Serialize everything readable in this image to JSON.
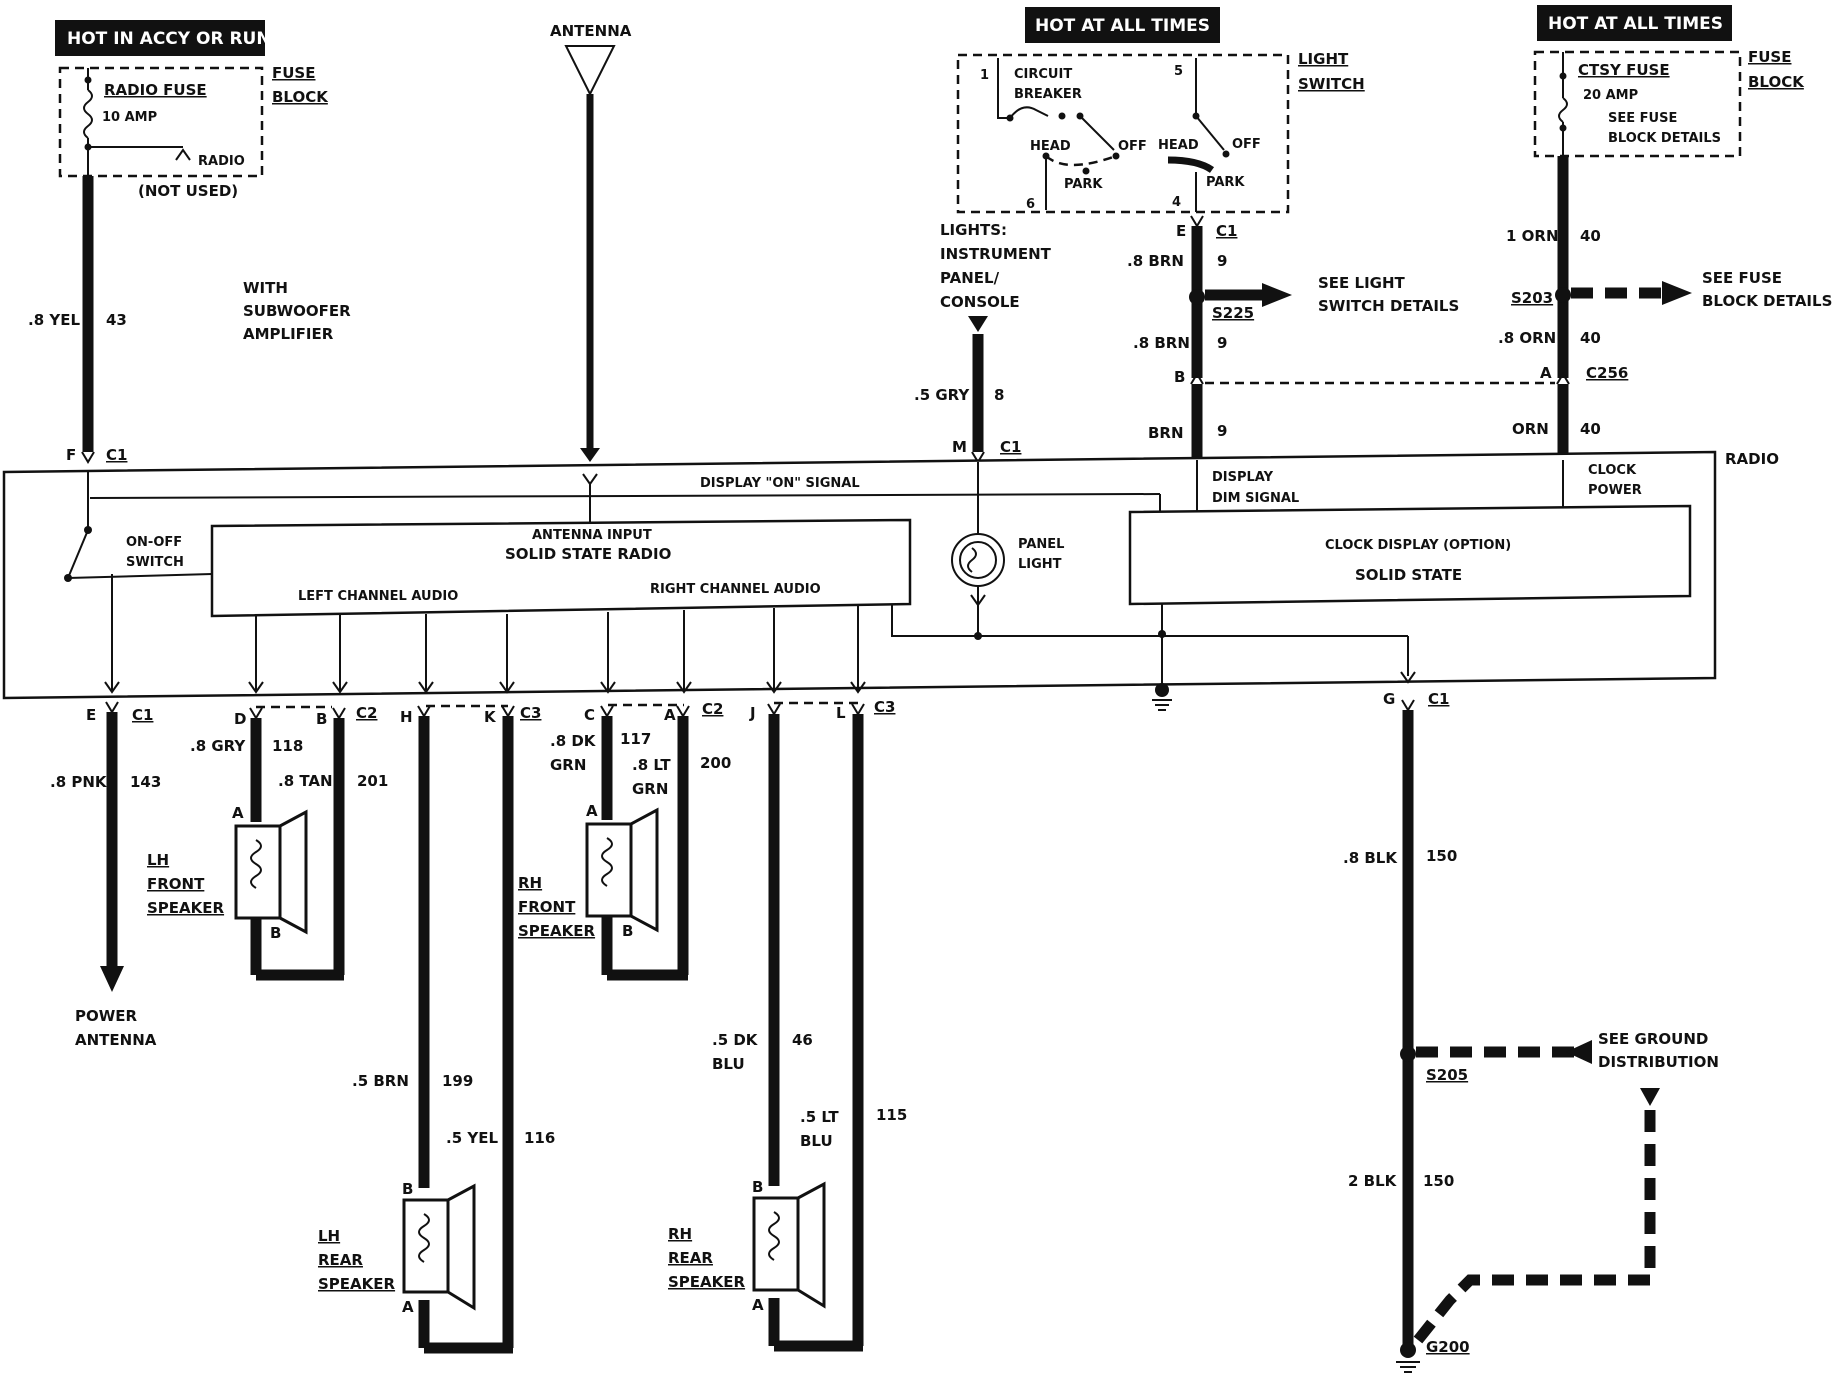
{
  "banners": {
    "accy": "HOT IN ACCY OR RUN",
    "hot1": "HOT AT ALL TIMES",
    "hot2": "HOT AT ALL TIMES"
  },
  "fuse_block_left": {
    "label_1": "FUSE",
    "label_2": "BLOCK",
    "fuse_name": "RADIO FUSE",
    "amp": "10 AMP",
    "radio": "RADIO",
    "not_used": "(NOT USED)"
  },
  "light_switch": {
    "label_1": "LIGHT",
    "label_2": "SWITCH",
    "pin_1": "1",
    "pin_5": "5",
    "pin_6": "6",
    "pin_4": "4",
    "circuit_1": "CIRCUIT",
    "circuit_2": "BREAKER",
    "head_a": "HEAD",
    "off_a": "OFF",
    "park_a": "PARK",
    "head_b": "HEAD",
    "off_b": "OFF",
    "park_b": "PARK"
  },
  "ctsy_fuse": {
    "label_1": "FUSE",
    "label_2": "BLOCK",
    "fuse_name": "CTSY FUSE",
    "amp": "20 AMP",
    "see_1": "SEE FUSE",
    "see_2": "BLOCK DETAILS"
  },
  "antenna": "ANTENNA",
  "subwoofer": {
    "l1": "WITH",
    "l2": "SUBWOOFER",
    "l3": "AMPLIFIER"
  },
  "lights": {
    "l1": "LIGHTS:",
    "l2": "INSTRUMENT",
    "l3": "PANEL/",
    "l4": "CONSOLE"
  },
  "refs": {
    "see_light_1": "SEE LIGHT",
    "see_light_2": "SWITCH DETAILS",
    "see_fuse_1": "SEE FUSE",
    "see_fuse_2": "BLOCK DETAILS",
    "see_ground_1": "SEE GROUND",
    "see_ground_2": "DISTRIBUTION"
  },
  "radio": {
    "label": "RADIO",
    "display_on": "DISPLAY \"ON\" SIGNAL",
    "display_dim_1": "DISPLAY",
    "display_dim_2": "DIM SIGNAL",
    "clock_power_1": "CLOCK",
    "clock_power_2": "POWER",
    "onoff_1": "ON-OFF",
    "onoff_2": "SWITCH",
    "antenna_input": "ANTENNA INPUT",
    "solid_state_radio": "SOLID STATE RADIO",
    "left_audio": "LEFT CHANNEL AUDIO",
    "right_audio": "RIGHT CHANNEL AUDIO",
    "panel_1": "PANEL",
    "panel_2": "LIGHT",
    "clock_display": "CLOCK DISPLAY (OPTION)",
    "clock_solid": "SOLID STATE"
  },
  "wires": {
    "yel_size": ".8 YEL",
    "yel_ckt": "43",
    "gry5_size": ".5 GRY",
    "gry5_ckt": "8",
    "brn_top_size": ".8 BRN",
    "brn_top_ckt": "9",
    "brn_mid_size": ".8 BRN",
    "brn_mid_ckt": "9",
    "brn_low_size": "BRN",
    "brn_low_ckt": "9",
    "orn_top_size": "1 ORN",
    "orn_top_ckt": "40",
    "orn_mid_size": ".8 ORN",
    "orn_mid_ckt": "40",
    "orn_low_size": "ORN",
    "orn_low_ckt": "40",
    "pnk_size": ".8 PNK",
    "pnk_ckt": "143",
    "gry8_size": ".8 GRY",
    "gry8_ckt": "118",
    "tan_size": ".8 TAN",
    "tan_ckt": "201",
    "dkgrn_1": ".8 DK",
    "dkgrn_2": "GRN",
    "dkgrn_ckt": "117",
    "ltgrn_1": ".8 LT",
    "ltgrn_2": "GRN",
    "ltgrn_ckt": "200",
    "brn5_size": ".5 BRN",
    "brn5_ckt": "199",
    "yel5_size": ".5 YEL",
    "yel5_ckt": "116",
    "dkblu_1": ".5 DK",
    "dkblu_2": "BLU",
    "dkblu_ckt": "46",
    "ltblu_1": ".5 LT",
    "ltblu_2": "BLU",
    "ltblu_ckt": "115",
    "blk8_size": ".8 BLK",
    "blk8_ckt": "150",
    "blk2_size": "2 BLK",
    "blk2_ckt": "150"
  },
  "connectors": {
    "f": "F",
    "c1_f": "C1",
    "m": "M",
    "c1_m": "C1",
    "e_top": "E",
    "c1_e_top": "C1",
    "b_c256": "B",
    "a_c256": "A",
    "c256": "C256",
    "s225": "S225",
    "s203": "S203",
    "e_bot": "E",
    "c1_e_bot": "C1",
    "d": "D",
    "b_c2": "B",
    "c2_l": "C2",
    "h": "H",
    "k": "K",
    "c3_l": "C3",
    "c": "C",
    "a_c2": "A",
    "c2_r": "C2",
    "j": "J",
    "l": "L",
    "c3_r": "C3",
    "g": "G",
    "c1_g": "C1",
    "s205": "S205",
    "g200": "G200"
  },
  "speakers": {
    "lh_front_1": "LH",
    "lh_front_2": "FRONT",
    "lh_front_3": "SPEAKER",
    "rh_front_1": "RH",
    "rh_front_2": "FRONT",
    "rh_front_3": "SPEAKER",
    "lh_rear_1": "LH",
    "lh_rear_2": "REAR",
    "lh_rear_3": "SPEAKER",
    "rh_rear_1": "RH",
    "rh_rear_2": "REAR",
    "rh_rear_3": "SPEAKER",
    "pin_a": "A",
    "pin_b": "B"
  },
  "power_antenna": {
    "l1": "POWER",
    "l2": "ANTENNA"
  }
}
